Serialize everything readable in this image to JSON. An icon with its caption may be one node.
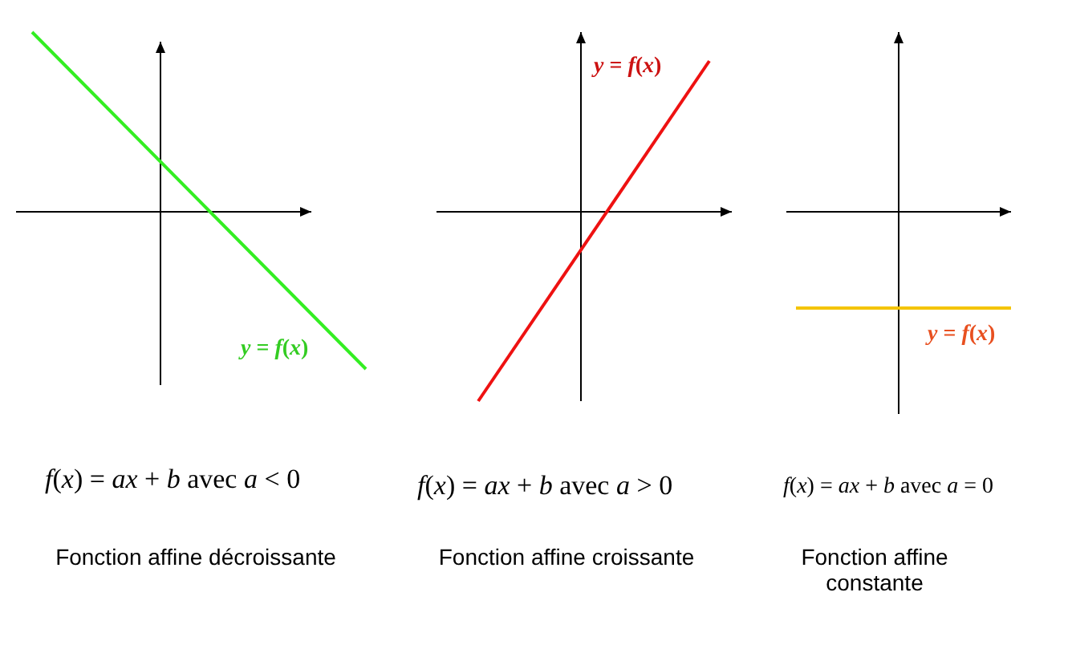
{
  "diagram": {
    "labels": [
      "*y* = *f*(*x*)",
      "*y* = *f*(*x*)",
      "*y* = *f*(*x*)",
      "*f*(*x*) = *ax* + *b*  avec *a* < 0",
      "*f*(*x*) = *ax* + *b*  avec *a* > 0",
      "*f*(*x*) = *ax* + *b*  avec *a* = 0",
      "Fonction affine décroissante",
      "Fonction affine croissante",
      "Fonction affine constante"
    ]
  }
}
